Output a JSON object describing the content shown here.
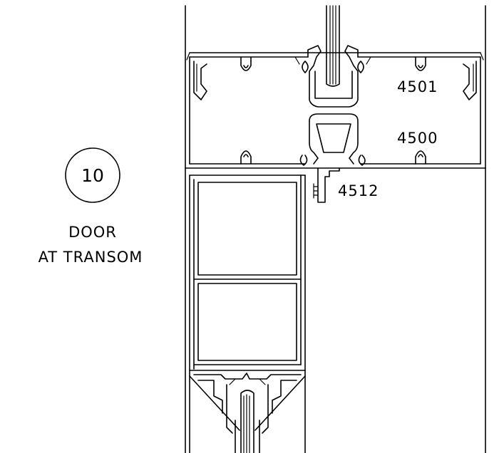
{
  "detail": {
    "number": "10",
    "title_line1": "DOOR",
    "title_line2": "AT TRANSOM"
  },
  "parts": {
    "p4501": "4501",
    "p4500": "4500",
    "p4512": "4512"
  }
}
